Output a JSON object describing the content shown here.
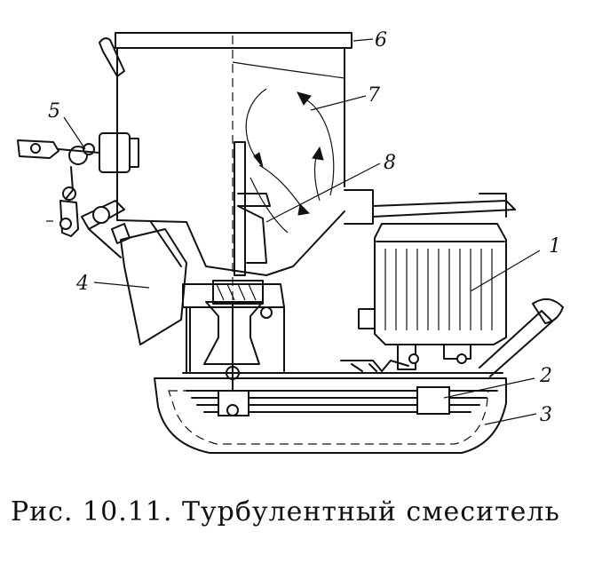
{
  "figure": {
    "caption": "Рис. 10.11. Турбулентный смеситель",
    "callouts": [
      {
        "id": "c1",
        "label": "1"
      },
      {
        "id": "c2",
        "label": "2"
      },
      {
        "id": "c3",
        "label": "3"
      },
      {
        "id": "c4",
        "label": "4"
      },
      {
        "id": "c5",
        "label": "5"
      },
      {
        "id": "c6",
        "label": "6"
      },
      {
        "id": "c7",
        "label": "7"
      },
      {
        "id": "c8",
        "label": "8"
      }
    ]
  }
}
